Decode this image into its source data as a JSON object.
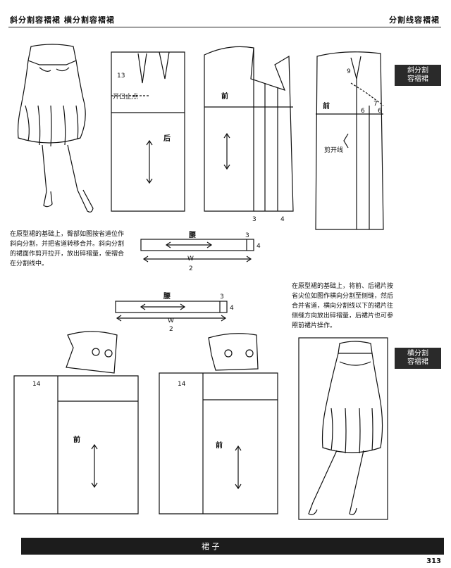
{
  "header": {
    "left_title": "斜分割容褶裙  横分割容褶裙",
    "right_title": "分割线容褶裙"
  },
  "tabs": {
    "top": "斜分割\n容褶裙",
    "bottom": "横分割\n容褶裙"
  },
  "top_section": {
    "pattern_labels": {
      "n13": "13",
      "slit": "开口止点",
      "back": "后",
      "front": "前",
      "n3": "3",
      "n4": "4",
      "n9": "9",
      "n7": "7",
      "n6a": "6",
      "n6b": "6",
      "cut": "剪开线"
    },
    "waistband": {
      "label": "腰",
      "n3": "3",
      "n4": "4",
      "frac_top": "W",
      "frac_bottom": "2"
    },
    "description": "在原型裙的基础上，臀部如图按省道位作斜向分割，并把省道转移合并。斜向分割的裙面作剪开拉开，放出碎褶量，使褶合在分割线中。"
  },
  "bottom_section": {
    "waistband": {
      "label": "腰",
      "n3": "3",
      "n4": "4",
      "frac_top": "W",
      "frac_bottom": "2"
    },
    "description": "在原型裙的基础上，将前、后裙片按省尖位如图作横向分割至侧缝，然后合并省道，横向分割线以下的裙片往侧缝方向放出碎褶量，后裙片也可参照前裙片操作。",
    "pattern_labels": {
      "n14a": "14",
      "n14b": "14",
      "front_a": "前",
      "front_b": "前"
    }
  },
  "footer": {
    "bottom_text": "裙    子",
    "page_number": "313"
  }
}
